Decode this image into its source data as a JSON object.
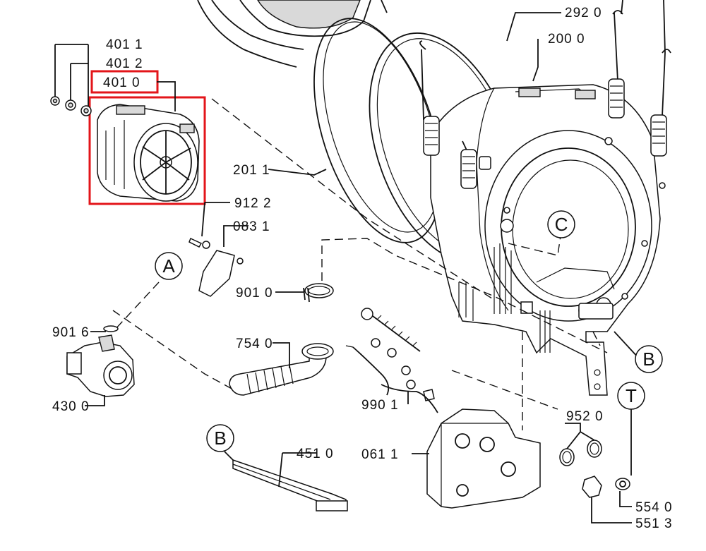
{
  "labels": {
    "p4011": "401 1",
    "p4012": "401 2",
    "p4010": "401 0",
    "p2920": "292 0",
    "p2000": "200 0",
    "p2011": "201 1",
    "p9122": "912 2",
    "p0831": "083 1",
    "p9010": "901 0",
    "p9016": "901 6",
    "p4300": "430 0",
    "p7540": "754 0",
    "p9901": "990 1",
    "p9520": "952 0",
    "p0611": "061 1",
    "p4510": "451 0",
    "p5540": "554 0",
    "p5513": "551 3"
  },
  "markers": {
    "a": "A",
    "b1": "B",
    "b2": "B",
    "c": "C",
    "t": "T"
  },
  "highlight": {
    "color": "#e3151a",
    "target_label": "401 0"
  }
}
